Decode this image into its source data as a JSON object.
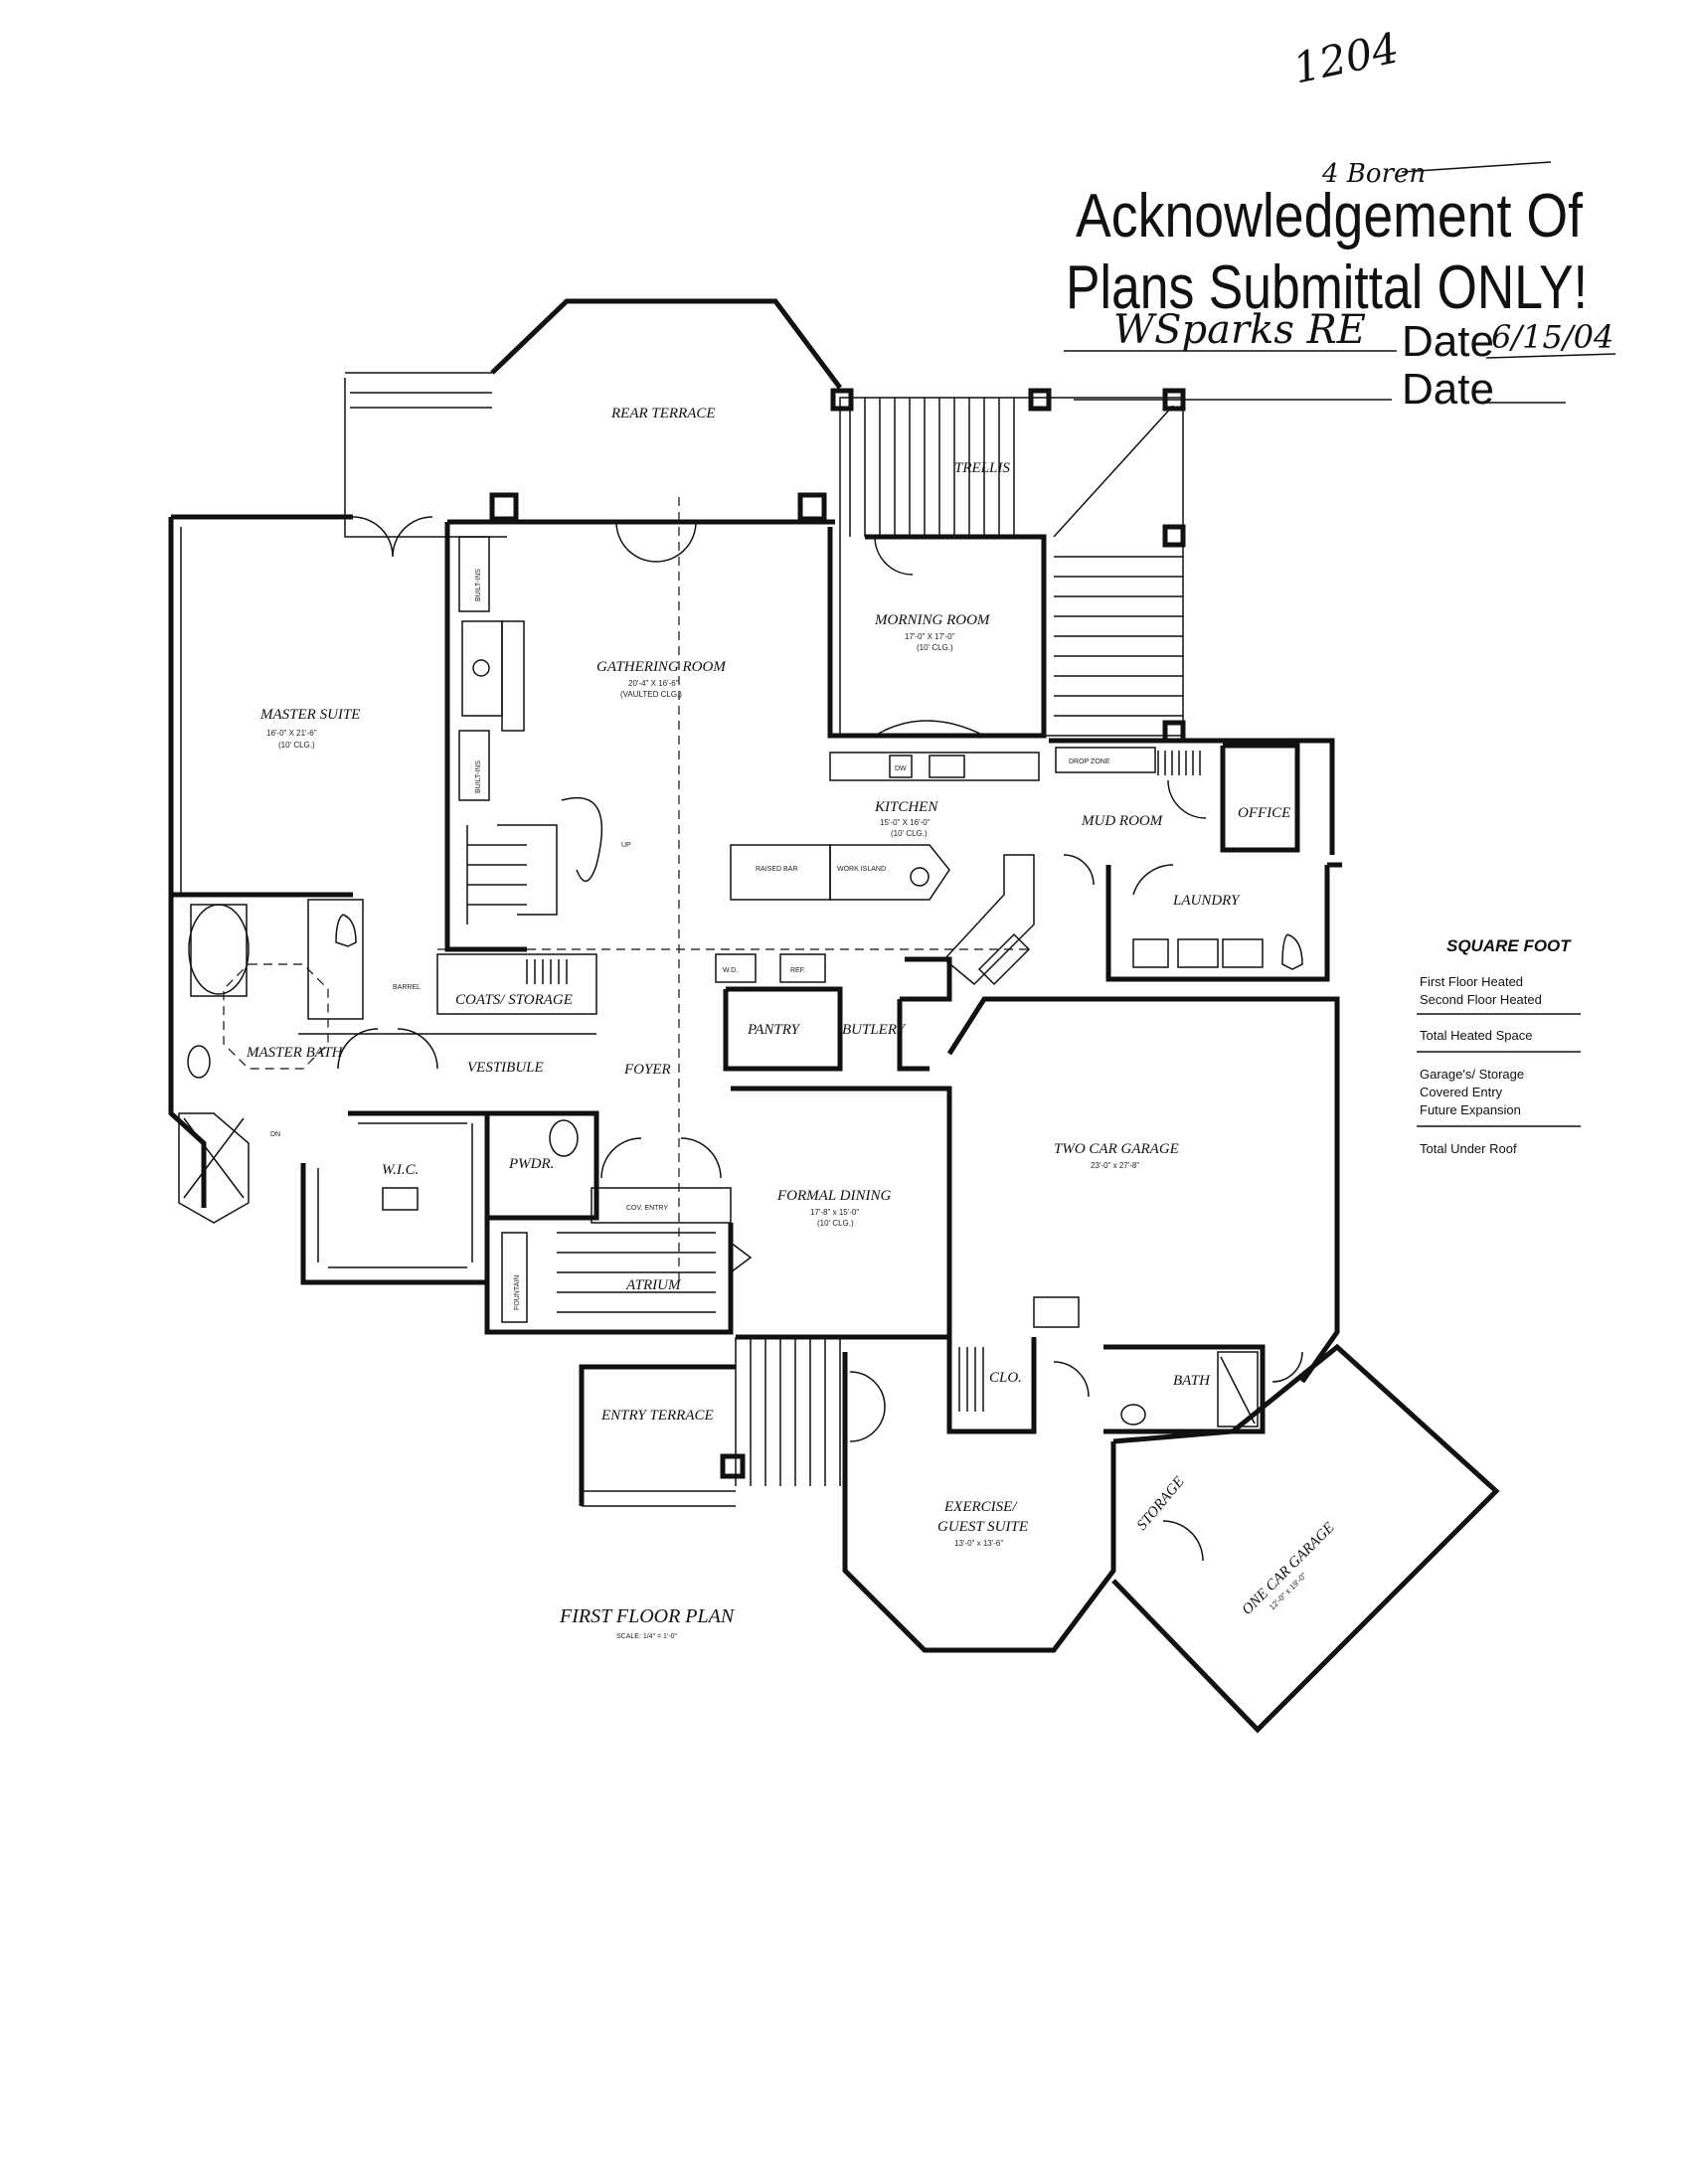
{
  "handwritten_number": "1204",
  "handwritten_note": "4 Boren",
  "stamp": {
    "line1": "Acknowledgement Of",
    "line2": "Plans Submittal ONLY!",
    "signature": "WSparks RE",
    "date_label_1": "Date",
    "date_value_1": "6/15/04",
    "date_label_2": "Date"
  },
  "rooms": {
    "rear_terrace": "REAR TERRACE",
    "trellis": "TRELLIS",
    "morning_room": "MORNING ROOM",
    "morning_room_dims": "17'-0\" X 17'-0\"",
    "morning_room_clg": "(10' CLG.)",
    "gathering_room": "GATHERING ROOM",
    "gathering_room_dims": "20'-4\" X 16'-6\"",
    "gathering_room_clg": "(VAULTED CLG.)",
    "master_suite": "MASTER SUITE",
    "master_suite_dims": "16'-0\" X 21'-6\"",
    "master_suite_clg": "(10' CLG.)",
    "builtins_1": "BUILT-INS",
    "builtins_2": "BUILT-INS",
    "kitchen": "KITCHEN",
    "kitchen_dims": "15'-0\" X 16'-0\"",
    "kitchen_clg": "(10' CLG.)",
    "dw": "DW",
    "drop_zone": "DROP ZONE",
    "mud_room": "MUD ROOM",
    "office": "OFFICE",
    "laundry": "LAUNDRY",
    "raised_bar": "RAISED BAR",
    "work_island": "WORK ISLAND",
    "up": "UP",
    "coats_storage": "COATS/ STORAGE",
    "wd": "W.D.",
    "ref": "REF.",
    "pantry": "PANTRY",
    "butlery": "BUTLERY",
    "master_bath": "MASTER BATH",
    "vestibule": "VESTIBULE",
    "foyer": "FOYER",
    "barrel": "BARREL",
    "dn": "DN",
    "wic": "W.I.C.",
    "pwdr": "PWDR.",
    "cov_entry": "COV. ENTRY",
    "fountain": "FOUNTAIN",
    "atrium": "ATRIUM",
    "formal_dining": "FORMAL DINING",
    "formal_dining_dims": "17'-8\" x 15'-0\"",
    "formal_dining_clg": "(10' CLG.)",
    "two_car_garage": "TWO CAR GARAGE",
    "two_car_garage_dims": "23'-0\" x 27'-8\"",
    "clo": "CLO.",
    "bath": "BATH",
    "entry_terrace": "ENTRY TERRACE",
    "exercise": "EXERCISE/",
    "guest_suite": "GUEST SUITE",
    "exercise_dims": "13'-0\" x 13'-6\"",
    "storage": "STORAGE",
    "one_car_garage": "ONE CAR GARAGE",
    "one_car_garage_dims": "12'-0\" x 19'-0\""
  },
  "plan_title": "FIRST FLOOR PLAN",
  "plan_scale": "SCALE: 1/4\" = 1'-0\"",
  "square_footage": {
    "title": "SQUARE FOOT",
    "items_group1": [
      "First Floor Heated",
      "Second Floor Heated"
    ],
    "items_group2": [
      "Total Heated Space"
    ],
    "items_group3": [
      "Garage's/ Storage",
      "Covered Entry",
      "Future Expansion"
    ],
    "items_group4": [
      "Total Under Roof"
    ]
  }
}
